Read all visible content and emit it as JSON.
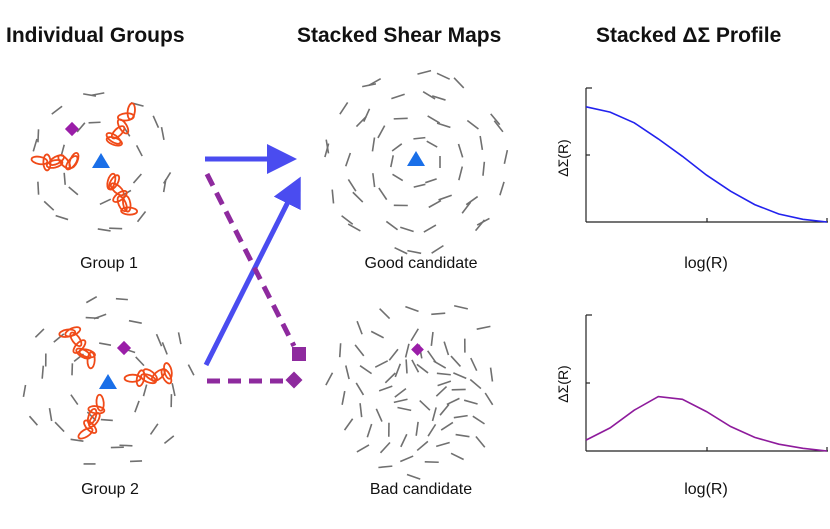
{
  "headings": {
    "individual": "Individual Groups",
    "stacked_maps": "Stacked Shear Maps",
    "stacked_profile": "Stacked ΔΣ Profile"
  },
  "captions": {
    "group1": "Group 1",
    "group2": "Group 2",
    "good": "Good candidate",
    "bad": "Bad candidate",
    "xlabel_top": "log(R)",
    "xlabel_bottom": "log(R)"
  },
  "axis_labels": {
    "ylabel_top": "ΔΣ(R)",
    "ylabel_bottom": "ΔΣ(R)"
  },
  "colors": {
    "galaxy": "#f04a18",
    "shear": "#707070",
    "center_good": "#1a6fe8",
    "center_bad": "#9a1ea8",
    "arrow_good": "#4a4cf0",
    "arrow_bad": "#8e2a9e",
    "profile_good": "#2222ee",
    "profile_bad": "#8e1b9c"
  },
  "icons": {
    "good_center": "blue-triangle",
    "bad_center": "purple-diamond",
    "galaxy": "orange-ellipse",
    "shear": "gray-tick"
  },
  "chart_data": [
    {
      "type": "line",
      "name": "good-candidate-profile",
      "xlabel": "log(R)",
      "ylabel": "ΔΣ(R)",
      "x": [
        0.0,
        0.1,
        0.2,
        0.3,
        0.4,
        0.5,
        0.6,
        0.7,
        0.8,
        0.9,
        1.0
      ],
      "y": [
        0.86,
        0.82,
        0.74,
        0.62,
        0.49,
        0.35,
        0.23,
        0.13,
        0.06,
        0.02,
        0.0
      ],
      "ylim": [
        0,
        1
      ],
      "xlim": [
        0,
        1
      ]
    },
    {
      "type": "line",
      "name": "bad-candidate-profile",
      "xlabel": "log(R)",
      "ylabel": "ΔΣ(R)",
      "x": [
        0.0,
        0.1,
        0.2,
        0.3,
        0.4,
        0.5,
        0.6,
        0.7,
        0.8,
        0.9,
        1.0
      ],
      "y": [
        0.08,
        0.17,
        0.3,
        0.4,
        0.38,
        0.29,
        0.18,
        0.1,
        0.05,
        0.02,
        0.0
      ],
      "ylim": [
        0,
        1
      ],
      "xlim": [
        0,
        1
      ]
    }
  ]
}
